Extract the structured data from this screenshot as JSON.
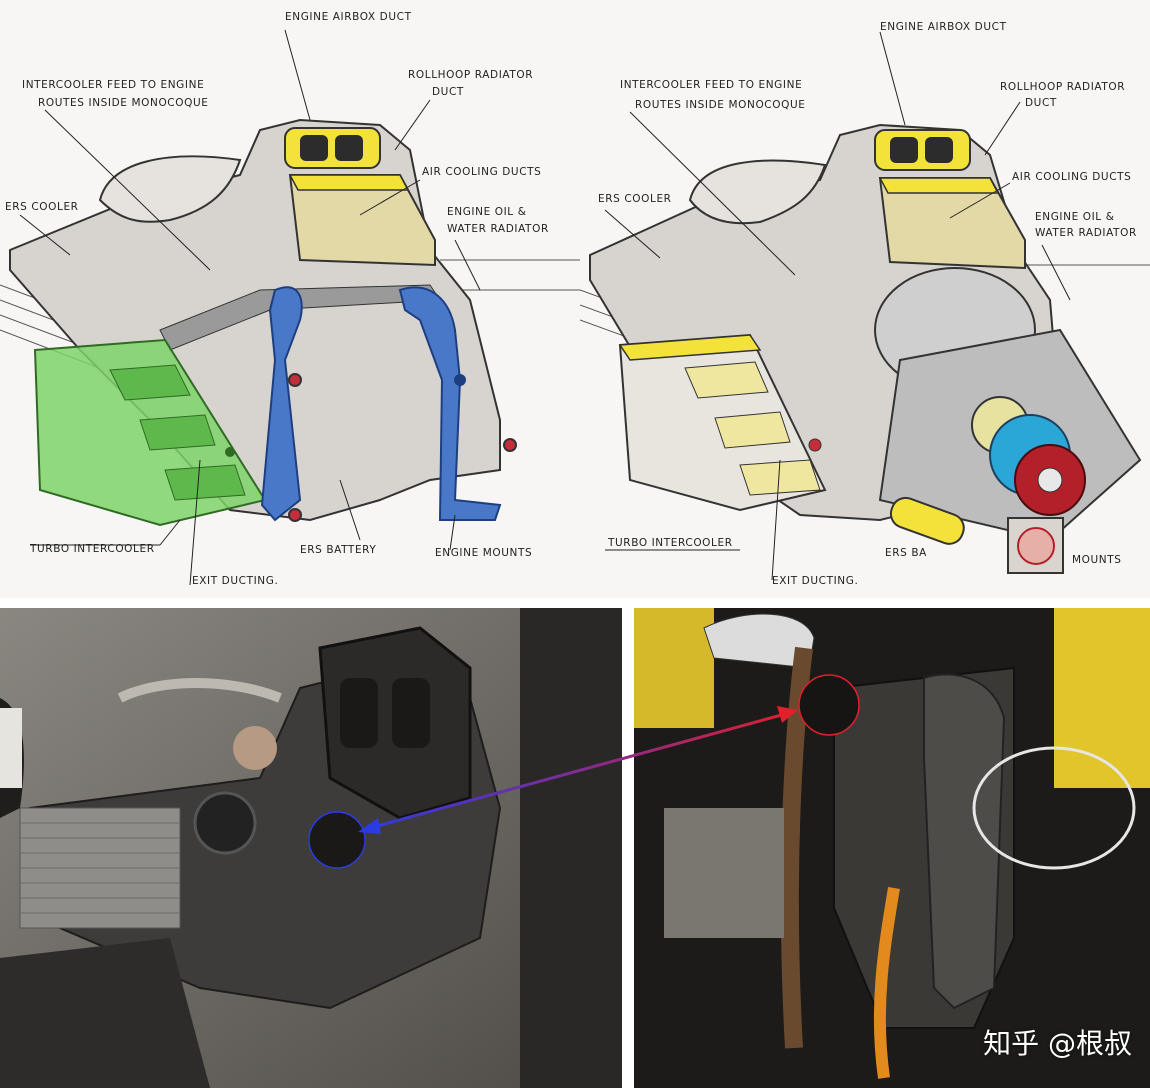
{
  "left_sketch": {
    "labels": {
      "engine_airbox_duct": "ENGINE AIRBOX DUCT",
      "intercooler_feed_1": "INTERCOOLER FEED TO ENGINE",
      "intercooler_feed_2": "ROUTES INSIDE MONOCOQUE",
      "rollhoop_radiator_1": "ROLLHOOP RADIATOR",
      "rollhoop_radiator_2": "DUCT",
      "air_cooling_ducts": "AIR COOLING DUCTS",
      "ers_cooler": "ERS COOLER",
      "engine_oil_1": "ENGINE OIL &",
      "engine_oil_2": "WATER RADIATOR",
      "turbo_intercooler": "TURBO INTERCOOLER",
      "ers_battery": "ERS BATTERY",
      "engine_mounts": "ENGINE MOUNTS",
      "exit_ducting": "EXIT DUCTING."
    }
  },
  "right_sketch": {
    "labels": {
      "engine_airbox_duct": "ENGINE AIRBOX DUCT",
      "intercooler_feed_1": "INTERCOOLER FEED TO ENGINE",
      "intercooler_feed_2": "ROUTES INSIDE MONOCOQUE",
      "rollhoop_radiator_1": "ROLLHOOP RADIATOR",
      "rollhoop_radiator_2": "DUCT",
      "air_cooling_ducts": "AIR COOLING DUCTS",
      "ers_cooler": "ERS COOLER",
      "engine_oil_1": "ENGINE OIL &",
      "engine_oil_2": "WATER RADIATOR",
      "turbo_intercooler": "TURBO INTERCOOLER",
      "ers_battery": "ERS BA",
      "engine_mounts": "MOUNTS",
      "exit_ducting": "EXIT DUCTING."
    }
  },
  "colors": {
    "intercooler_green": "#7fd36a",
    "mount_blue": "#4a78c8",
    "duct_yellow": "#f2e23a",
    "turbo_cyan": "#2aa7d6",
    "turbo_red": "#b3202a",
    "arrow_red": "#e0202a",
    "arrow_blue": "#2a3be0"
  },
  "watermark": "知乎 @根叔"
}
